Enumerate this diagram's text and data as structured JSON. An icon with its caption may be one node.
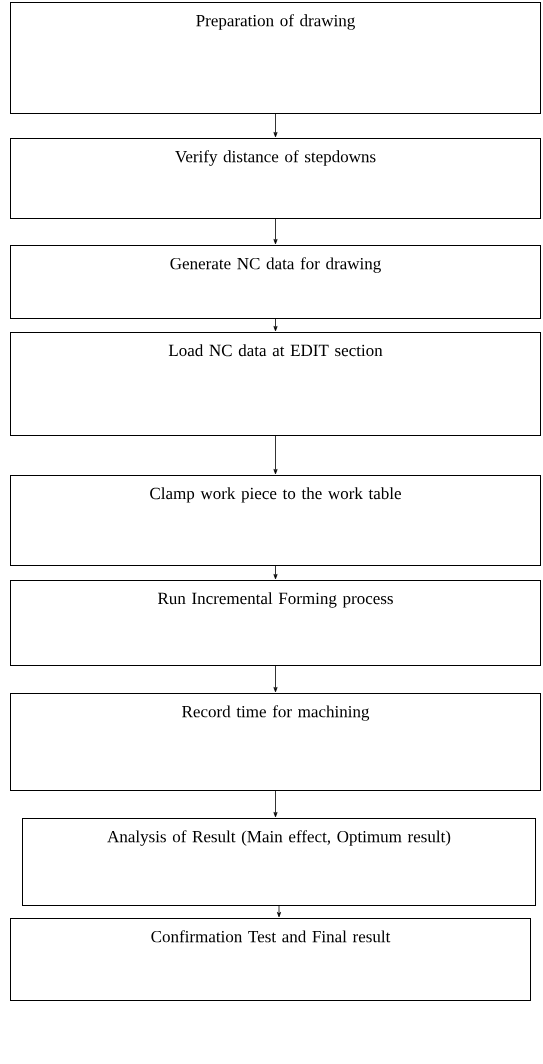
{
  "diagram": {
    "nodes": [
      {
        "text": [
          "Preparation of drawing"
        ]
      },
      {
        "text": [
          "Verify distance of stepdowns"
        ]
      },
      {
        "text": [
          "Generate NC data for drawing"
        ]
      },
      {
        "text": [
          "Load NC data at EDIT section"
        ]
      },
      {
        "text": [
          "Clamp work piece to the work table"
        ]
      },
      {
        "text": [
          "Run Incremental Forming process"
        ]
      },
      {
        "text": [
          "Record time for machining"
        ]
      },
      {
        "text": [
          "Analysis of Result (Main effect, Optimum result)"
        ]
      },
      {
        "text": [
          "Confirmation Test and Final result"
        ]
      }
    ],
    "edges": [
      {
        "from": 0,
        "to": 1,
        "arrow": "to"
      },
      {
        "from": 1,
        "to": 2,
        "arrow": "to"
      },
      {
        "from": 2,
        "to": 3,
        "arrow": "to"
      },
      {
        "from": 3,
        "to": 4,
        "arrow": "to"
      },
      {
        "from": 4,
        "to": 5,
        "arrow": "to"
      },
      {
        "from": 5,
        "to": 6,
        "arrow": "to"
      },
      {
        "from": 6,
        "to": 7,
        "arrow": "to"
      },
      {
        "from": 7,
        "to": 8,
        "arrow": "to"
      }
    ]
  }
}
